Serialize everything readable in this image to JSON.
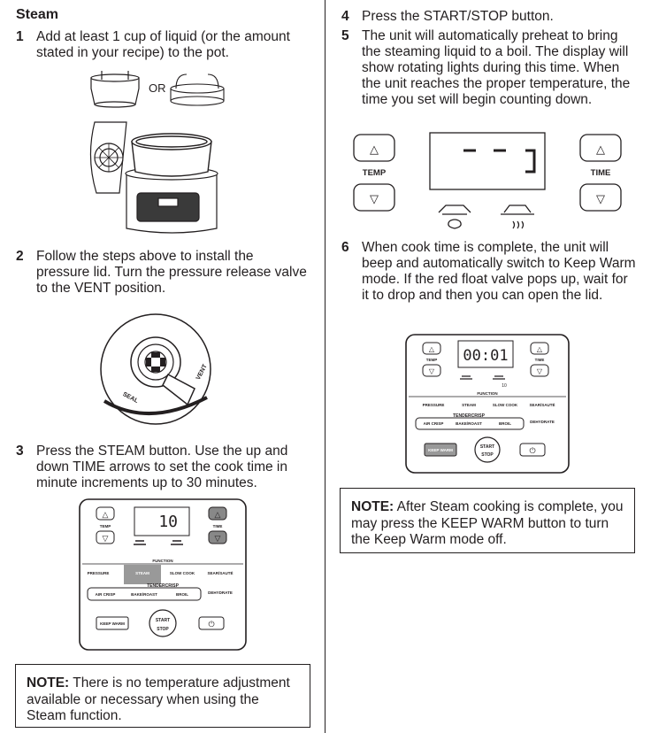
{
  "section_title": "Steam",
  "steps": [
    {
      "num": "1",
      "text": "Add at least 1 cup of liquid (or the amount stated in your recipe) to the pot."
    },
    {
      "num": "2",
      "text": "Follow the steps above to install the pressure lid. Turn the pressure release valve to the VENT position."
    },
    {
      "num": "3",
      "text": "Press the STEAM button. Use the up and down TIME arrows to set the cook time in minute increments up to 30 minutes."
    },
    {
      "num": "4",
      "text": "Press the START/STOP button."
    },
    {
      "num": "5",
      "text": "The unit will automatically preheat to bring the steaming liquid to a boil. The display will show rotating lights during this time. When the unit reaches the proper temperature, the time you set will begin counting down."
    },
    {
      "num": "6",
      "text": "When cook time is complete, the unit will beep and automatically switch to Keep Warm mode. If the red float valve pops up, wait for it to drop and then you can open the lid."
    }
  ],
  "or_label": "OR",
  "valve_labels": {
    "seal": "SEAL",
    "vent": "VENT"
  },
  "notes": [
    {
      "label": "NOTE:",
      "text": " There is no temperature adjustment available or necessary when using the Steam function."
    },
    {
      "label": "NOTE:",
      "text": " After Steam cooking is complete, you may press the KEEP WARM button to turn the Keep Warm mode off."
    }
  ],
  "control_panel": {
    "temp_label": "TEMP",
    "time_label": "TIME",
    "function_label": "FUNCTION",
    "tendercrisp_label": "TENDERCRISP",
    "functions_top": [
      "PRESSURE",
      "STEAM",
      "SLOW COOK",
      "SEAR/SAUTÉ"
    ],
    "functions_bottom": [
      "AIR CRISP",
      "BAKE/ROAST",
      "BROIL",
      "DEHYDRATE"
    ],
    "keep_warm": "KEEP WARM",
    "start": "START",
    "stop": "STOP",
    "step3_display": "10",
    "step6_display": "00:01",
    "step6_small_icon_num": "10"
  }
}
